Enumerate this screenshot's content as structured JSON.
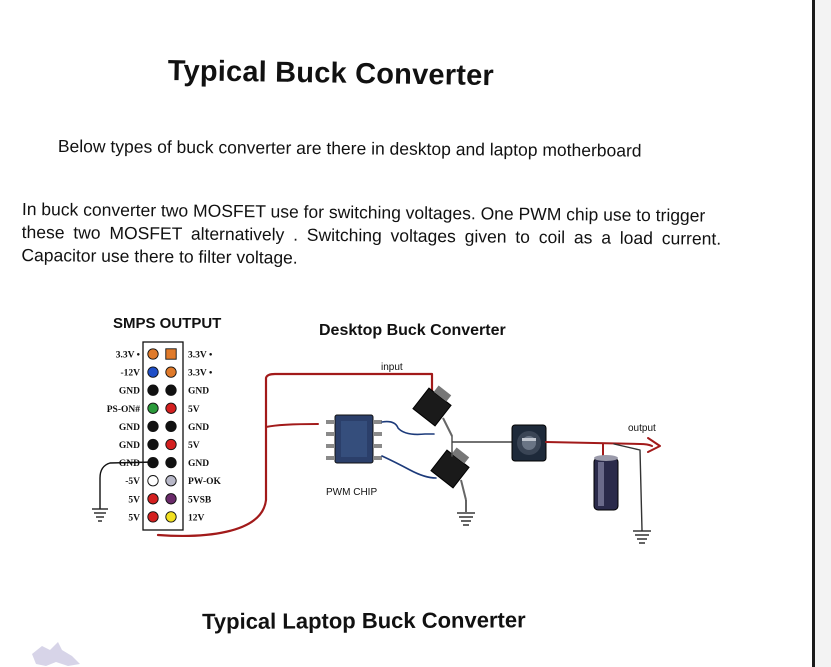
{
  "document": {
    "title": "Typical  Buck Converter",
    "intro": "Below types of buck converter are there in desktop and laptop motherboard",
    "paragraph": [
      "In buck converter two MOSFET use for switching voltages. One PWM  chip use to trigger",
      "these  two MOSFET alternatively . Switching voltages given to coil  as a load current.",
      "Capacitor use there to filter voltage."
    ],
    "subtitle": "Typical Laptop Buck Converter"
  },
  "smps": {
    "heading": "SMPS OUTPUT",
    "rows": [
      {
        "left": "3.3V •",
        "right": "3.3V •",
        "c1": "#e07a2a",
        "s1": "circle",
        "c2": "#e07a2a",
        "s2": "square"
      },
      {
        "left": "-12V",
        "right": "3.3V •",
        "c1": "#1f4fc8",
        "s1": "circle",
        "c2": "#e07a2a",
        "s2": "circle"
      },
      {
        "left": "GND",
        "right": "GND",
        "c1": "#111111",
        "s1": "circle",
        "c2": "#111111",
        "s2": "circle"
      },
      {
        "left": "PS-ON#",
        "right": "5V",
        "c1": "#2a9a3a",
        "s1": "circle",
        "c2": "#d42020",
        "s2": "circle"
      },
      {
        "left": "GND",
        "right": "GND",
        "c1": "#111111",
        "s1": "circle",
        "c2": "#111111",
        "s2": "circle"
      },
      {
        "left": "GND",
        "right": "5V",
        "c1": "#111111",
        "s1": "circle",
        "c2": "#d42020",
        "s2": "circle"
      },
      {
        "left": "GND",
        "right": "GND",
        "c1": "#111111",
        "s1": "circle",
        "c2": "#111111",
        "s2": "circle"
      },
      {
        "left": "-5V",
        "right": "PW-OK",
        "c1": "#ffffff",
        "s1": "circle",
        "c2": "#b8b8c8",
        "s2": "circle"
      },
      {
        "left": "5V",
        "right": "5VSB",
        "c1": "#d42020",
        "s1": "circle",
        "c2": "#6a2a6a",
        "s2": "circle"
      },
      {
        "left": "5V",
        "right": "12V",
        "c1": "#d42020",
        "s1": "circle",
        "c2": "#f2e020",
        "s2": "circle"
      }
    ]
  },
  "desktop": {
    "heading": "Desktop Buck Converter",
    "input_label": "input",
    "output_label": "output",
    "pwm_label": "PWM CHIP"
  },
  "colors": {
    "wire": "#a21a1a",
    "signal_wire": "#1c3a7a",
    "ground": "#222222",
    "inductor": "#1e2a3a",
    "capacitor": "#2a2a4a"
  }
}
